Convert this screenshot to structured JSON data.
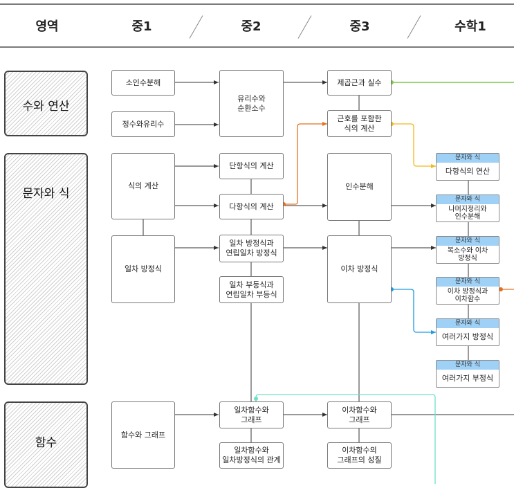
{
  "header": {
    "col0": "영역",
    "col1": "중1",
    "col2": "중2",
    "col3": "중3",
    "col4": "수학1"
  },
  "areas": {
    "num": "수와 연산",
    "alg": "문자와 식",
    "func": "함수"
  },
  "boxes": {
    "prime": "소인수분해",
    "integer": "정수와유리수",
    "rational": "유리수와\n순환소수",
    "sqrt": "제곱근과 실수",
    "radical": "근호를 포함한\n식의 계산",
    "expr": "식의 계산",
    "mono": "단항식의 계산",
    "poly": "다항식의 계산",
    "factor": "인수분해",
    "lineq": "일차 방정식",
    "sys": "일차 방정식과\n연립일차 방정식",
    "ineq": "일차 부등식과\n연립일차 부등식",
    "quad": "이차 방정식",
    "graph": "함수와 그래프",
    "linfn": "일차함수와\n그래프",
    "linrel": "일차함수와\n일차방정식의 관계",
    "quadfn": "이차함수와\n그래프",
    "quadprop": "이차함수의\n그래프의 성질"
  },
  "tags": {
    "header": "문자와 식",
    "t1": "다항식의 연산",
    "t2": "나머지정리와\n인수분해",
    "t3": "복소수와 이차\n방정식",
    "t4": "이차 방정식과\n이차함수",
    "t5": "여러가지 방정식",
    "t6": "여러가지 부정식"
  },
  "colors": {
    "green": "#7ec850",
    "orange": "#e8701e",
    "yellow": "#f2b81e",
    "blue": "#1e9ae0",
    "teal": "#6ee0c8",
    "tag_header": "#9fd0f5",
    "line": "#333333"
  }
}
